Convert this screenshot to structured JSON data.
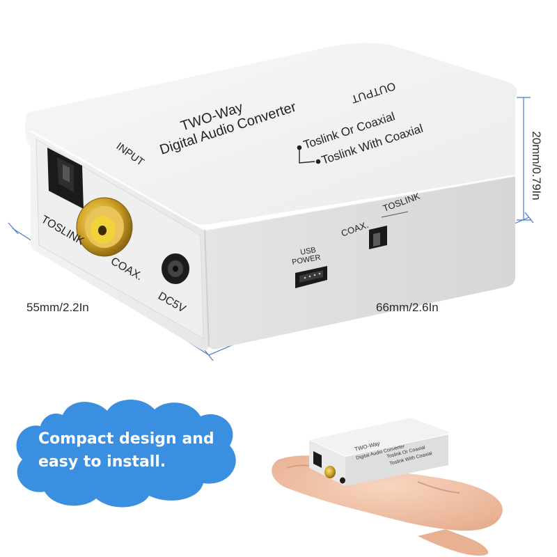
{
  "device": {
    "title_line1": "TWO-Way",
    "title_line2": "Digital  Audio Converter",
    "output_label": "OUTPUT",
    "input_label": "INPUT",
    "mode1": "Toslink Or Coaxial",
    "mode2": "Toslink With Coaxial",
    "port_toslink": "TOSLINK",
    "port_coax": "COAX.",
    "port_dc": "DC5V",
    "usb_label1": "USB",
    "usb_label2": "POWER",
    "switch_coax": "COAX.",
    "switch_toslink": "TOSLINK"
  },
  "dimensions": {
    "depth": "55mm/2.2In",
    "width": "66mm/2.6In",
    "height": "20mm/0.79In"
  },
  "cloud": {
    "line1": "Compact design and",
    "line2": "easy to install."
  },
  "colors": {
    "cloud": "#3a8fe0",
    "dimension_line": "#4a78c8",
    "gold": "#d2a528"
  }
}
